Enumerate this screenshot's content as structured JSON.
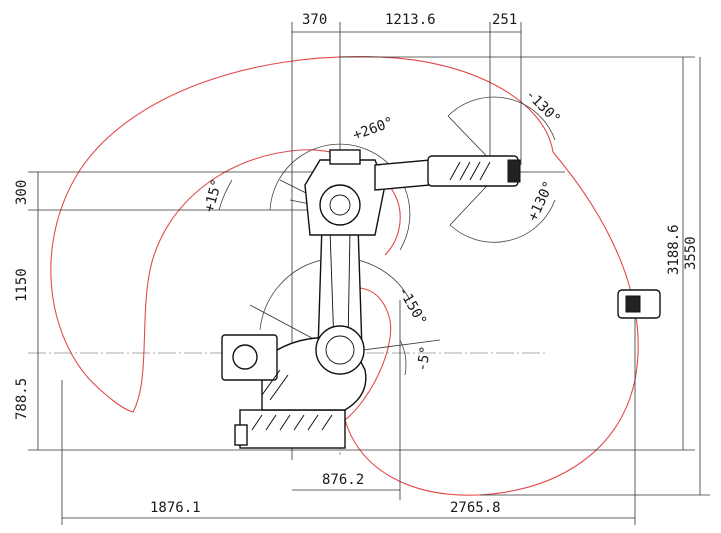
{
  "top_dimensions": [
    "370",
    "1213.6",
    "251"
  ],
  "left_dimensions": [
    "300",
    "1150",
    "788.5"
  ],
  "right_dimensions": [
    "3188.6",
    "3550"
  ],
  "bottom_dimensions": [
    "876.2",
    "1876.1",
    "2765.8"
  ],
  "angles": {
    "axis1_pos": "+260°",
    "axis2_pos": "+15°",
    "axis3_neg": "-150°",
    "axis3_neg_small": "-5°",
    "axis5_neg": "-130°",
    "axis5_pos": "+130°"
  },
  "colors": {
    "envelope": "#e24a4a",
    "lines": "#333333"
  }
}
